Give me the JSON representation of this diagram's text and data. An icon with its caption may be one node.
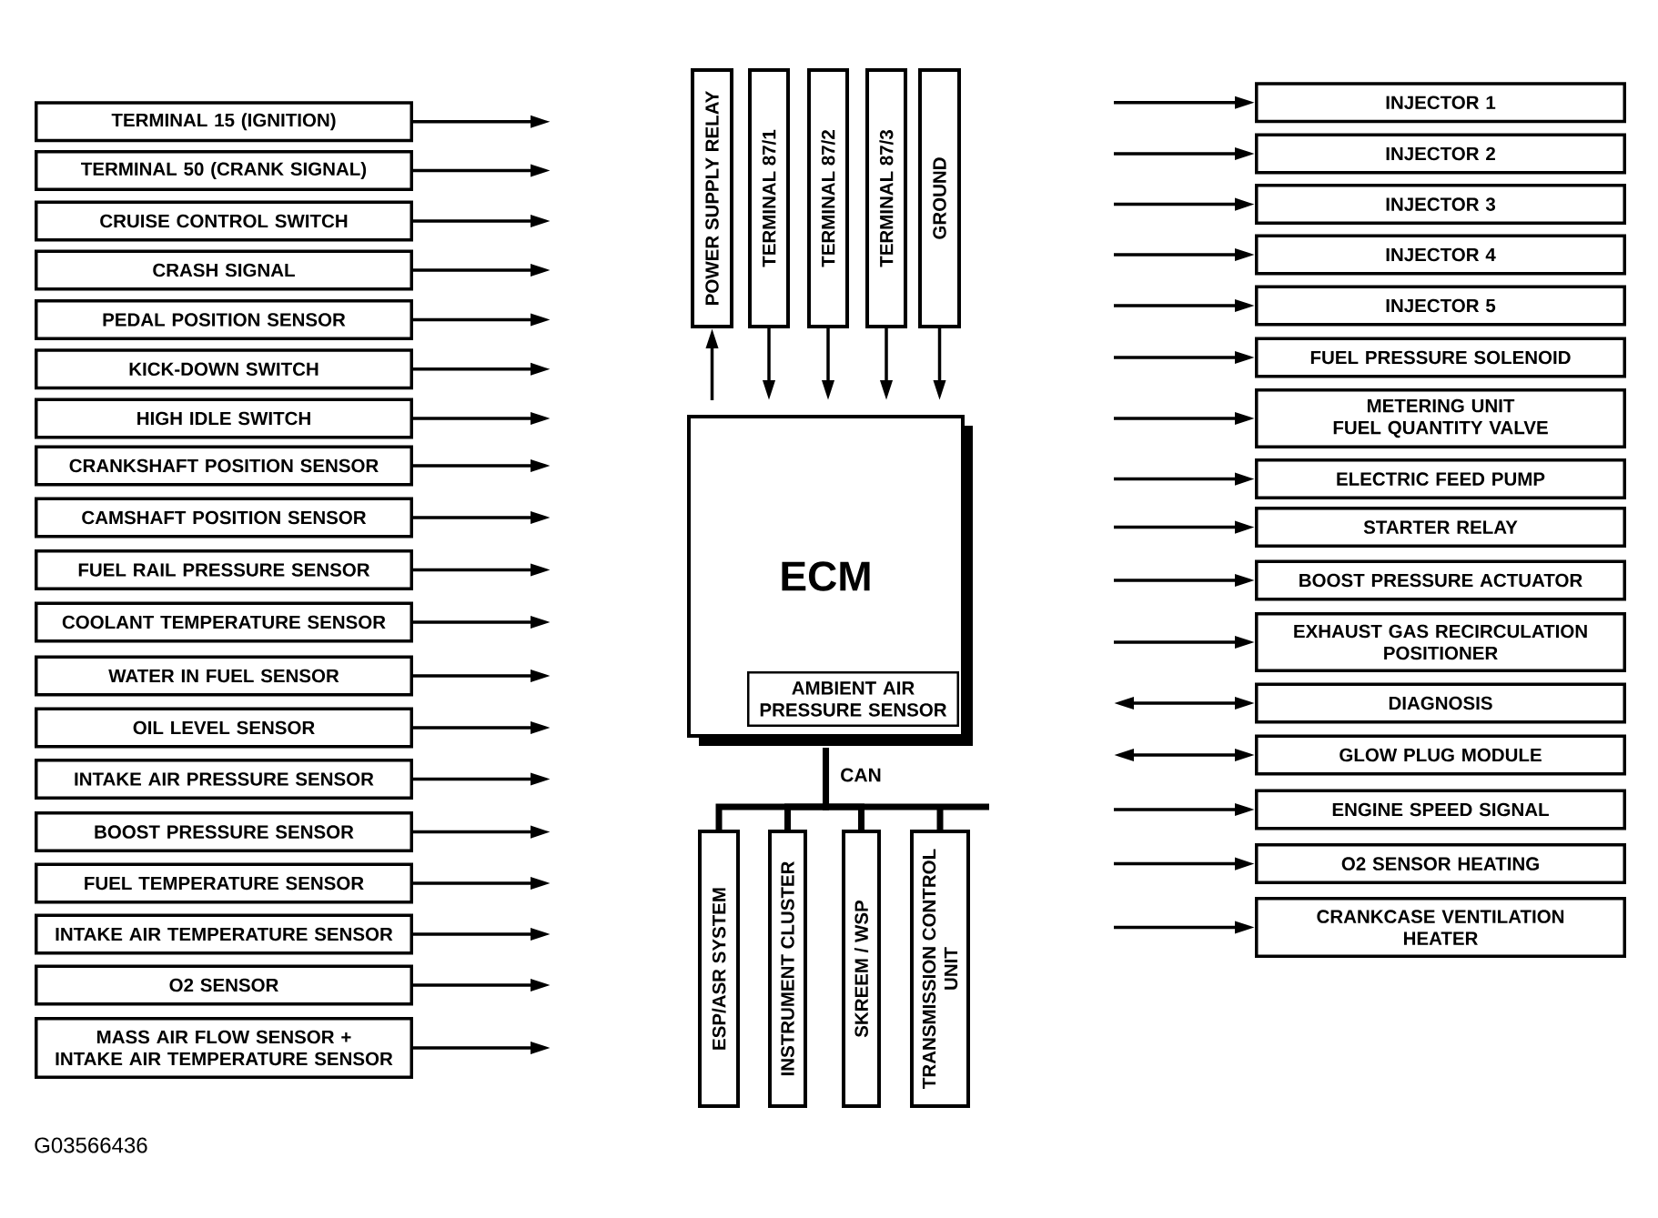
{
  "diagram": {
    "nodes": [
      {
        "text": [
          "TERMINAL 15 (IGNITION)"
        ]
      },
      {
        "text": [
          "TERMINAL 50 (CRANK SIGNAL)"
        ]
      },
      {
        "text": [
          "CRUISE CONTROL SWITCH"
        ]
      },
      {
        "text": [
          "CRASH SIGNAL"
        ]
      },
      {
        "text": [
          "PEDAL POSITION SENSOR"
        ]
      },
      {
        "text": [
          "KICK-DOWN SWITCH"
        ]
      },
      {
        "text": [
          "HIGH IDLE SWITCH"
        ]
      },
      {
        "text": [
          "CRANKSHAFT POSITION SENSOR"
        ]
      },
      {
        "text": [
          "CAMSHAFT POSITION SENSOR"
        ]
      },
      {
        "text": [
          "FUEL RAIL PRESSURE SENSOR"
        ]
      },
      {
        "text": [
          "COOLANT TEMPERATURE SENSOR"
        ]
      },
      {
        "text": [
          "WATER IN FUEL SENSOR"
        ]
      },
      {
        "text": [
          "OIL LEVEL SENSOR"
        ]
      },
      {
        "text": [
          "INTAKE AIR PRESSURE SENSOR"
        ]
      },
      {
        "text": [
          "BOOST PRESSURE SENSOR"
        ]
      },
      {
        "text": [
          "FUEL TEMPERATURE SENSOR"
        ]
      },
      {
        "text": [
          "INTAKE AIR TEMPERATURE SENSOR"
        ]
      },
      {
        "text": [
          "O2 SENSOR"
        ]
      },
      {
        "text": [
          "MASS AIR FLOW SENSOR + INTAKE AIR TEMPERATURE SENSOR"
        ]
      },
      {
        "text": [
          "POWER SUPPLY RELAY"
        ]
      },
      {
        "text": [
          "TERMINAL 87/1"
        ]
      },
      {
        "text": [
          "TERMINAL 87/2"
        ]
      },
      {
        "text": [
          "TERMINAL 87/3"
        ]
      },
      {
        "text": [
          "GROUND"
        ]
      },
      {
        "text": [
          "ECM"
        ]
      },
      {
        "text": [
          "AMBIENT AIR PRESSURE SENSOR"
        ],
        "in": 24
      },
      {
        "text": [
          "ESP/ASR SYSTEM"
        ]
      },
      {
        "text": [
          "INSTRUMENT CLUSTER"
        ]
      },
      {
        "text": [
          "SKREEM / WSP"
        ]
      },
      {
        "text": [
          "TRANSMISSION CONTROL UNIT"
        ]
      },
      {
        "text": [
          "INJECTOR 1"
        ]
      },
      {
        "text": [
          "INJECTOR 2"
        ]
      },
      {
        "text": [
          "INJECTOR 3"
        ]
      },
      {
        "text": [
          "INJECTOR 4"
        ]
      },
      {
        "text": [
          "INJECTOR 5"
        ]
      },
      {
        "text": [
          "FUEL PRESSURE SOLENOID"
        ]
      },
      {
        "text": [
          "METERING UNIT FUEL QUANTITY VALVE"
        ]
      },
      {
        "text": [
          "ELECTRIC FEED PUMP"
        ]
      },
      {
        "text": [
          "STARTER RELAY"
        ]
      },
      {
        "text": [
          "BOOST PRESSURE ACTUATOR"
        ]
      },
      {
        "text": [
          "EXHAUST GAS RECIRCULATION POSITIONER"
        ]
      },
      {
        "text": [
          "DIAGNOSIS"
        ]
      },
      {
        "text": [
          "GLOW PLUG MODULE"
        ]
      },
      {
        "text": [
          "ENGINE SPEED SIGNAL"
        ]
      },
      {
        "text": [
          "O2 SENSOR HEATING"
        ]
      },
      {
        "text": [
          "CRANKCASE VENTILATION HEATER"
        ]
      }
    ],
    "edges": [
      {
        "from": 0,
        "to": null,
        "arrow": "to"
      },
      {
        "from": 1,
        "to": null,
        "arrow": "to"
      },
      {
        "from": 2,
        "to": null,
        "arrow": "to"
      },
      {
        "from": 3,
        "to": null,
        "arrow": "to"
      },
      {
        "from": 4,
        "to": null,
        "arrow": "to"
      },
      {
        "from": 5,
        "to": null,
        "arrow": "to"
      },
      {
        "from": 6,
        "to": null,
        "arrow": "to"
      },
      {
        "from": 7,
        "to": null,
        "arrow": "to"
      },
      {
        "from": 8,
        "to": null,
        "arrow": "to"
      },
      {
        "from": 9,
        "to": null,
        "arrow": "to"
      },
      {
        "from": 10,
        "to": null,
        "arrow": "to"
      },
      {
        "from": 11,
        "to": null,
        "arrow": "to"
      },
      {
        "from": 12,
        "to": null,
        "arrow": "to"
      },
      {
        "from": 13,
        "to": null,
        "arrow": "to"
      },
      {
        "from": 14,
        "to": null,
        "arrow": "to"
      },
      {
        "from": 15,
        "to": null,
        "arrow": "to"
      },
      {
        "from": 16,
        "to": null,
        "arrow": "to"
      },
      {
        "from": 17,
        "to": null,
        "arrow": "to"
      },
      {
        "from": 18,
        "to": null,
        "arrow": "to"
      },
      {
        "from": null,
        "to": 19,
        "arrow": "to"
      },
      {
        "from": 20,
        "to": null,
        "arrow": "to"
      },
      {
        "from": 21,
        "to": null,
        "arrow": "to"
      },
      {
        "from": 22,
        "to": null,
        "arrow": "to"
      },
      {
        "from": 23,
        "to": null,
        "arrow": "to"
      },
      {
        "from": 24,
        "to": 26,
        "arrow": "none",
        "style": "thick"
      },
      {
        "from": 24,
        "to": 27,
        "arrow": "none",
        "style": "thick"
      },
      {
        "from": 24,
        "to": 28,
        "arrow": "none",
        "style": "thick"
      },
      {
        "from": 24,
        "to": 29,
        "arrow": "none",
        "style": "thick"
      },
      {
        "from": null,
        "to": 30,
        "arrow": "to"
      },
      {
        "from": null,
        "to": 31,
        "arrow": "to"
      },
      {
        "from": null,
        "to": 32,
        "arrow": "to"
      },
      {
        "from": null,
        "to": 33,
        "arrow": "to"
      },
      {
        "from": null,
        "to": 34,
        "arrow": "to"
      },
      {
        "from": null,
        "to": 35,
        "arrow": "to"
      },
      {
        "from": null,
        "to": 36,
        "arrow": "to"
      },
      {
        "from": null,
        "to": 37,
        "arrow": "to"
      },
      {
        "from": null,
        "to": 38,
        "arrow": "to"
      },
      {
        "from": null,
        "to": 39,
        "arrow": "to"
      },
      {
        "from": null,
        "to": 40,
        "arrow": "to"
      },
      {
        "from": null,
        "to": 41,
        "arrow": "both"
      },
      {
        "from": null,
        "to": 42,
        "arrow": "both"
      },
      {
        "from": null,
        "to": 43,
        "arrow": "to"
      },
      {
        "from": null,
        "to": 44,
        "arrow": "to"
      },
      {
        "from": null,
        "to": 45,
        "arrow": "to"
      }
    ],
    "labels": [
      "CAN",
      "G03566436"
    ]
  }
}
